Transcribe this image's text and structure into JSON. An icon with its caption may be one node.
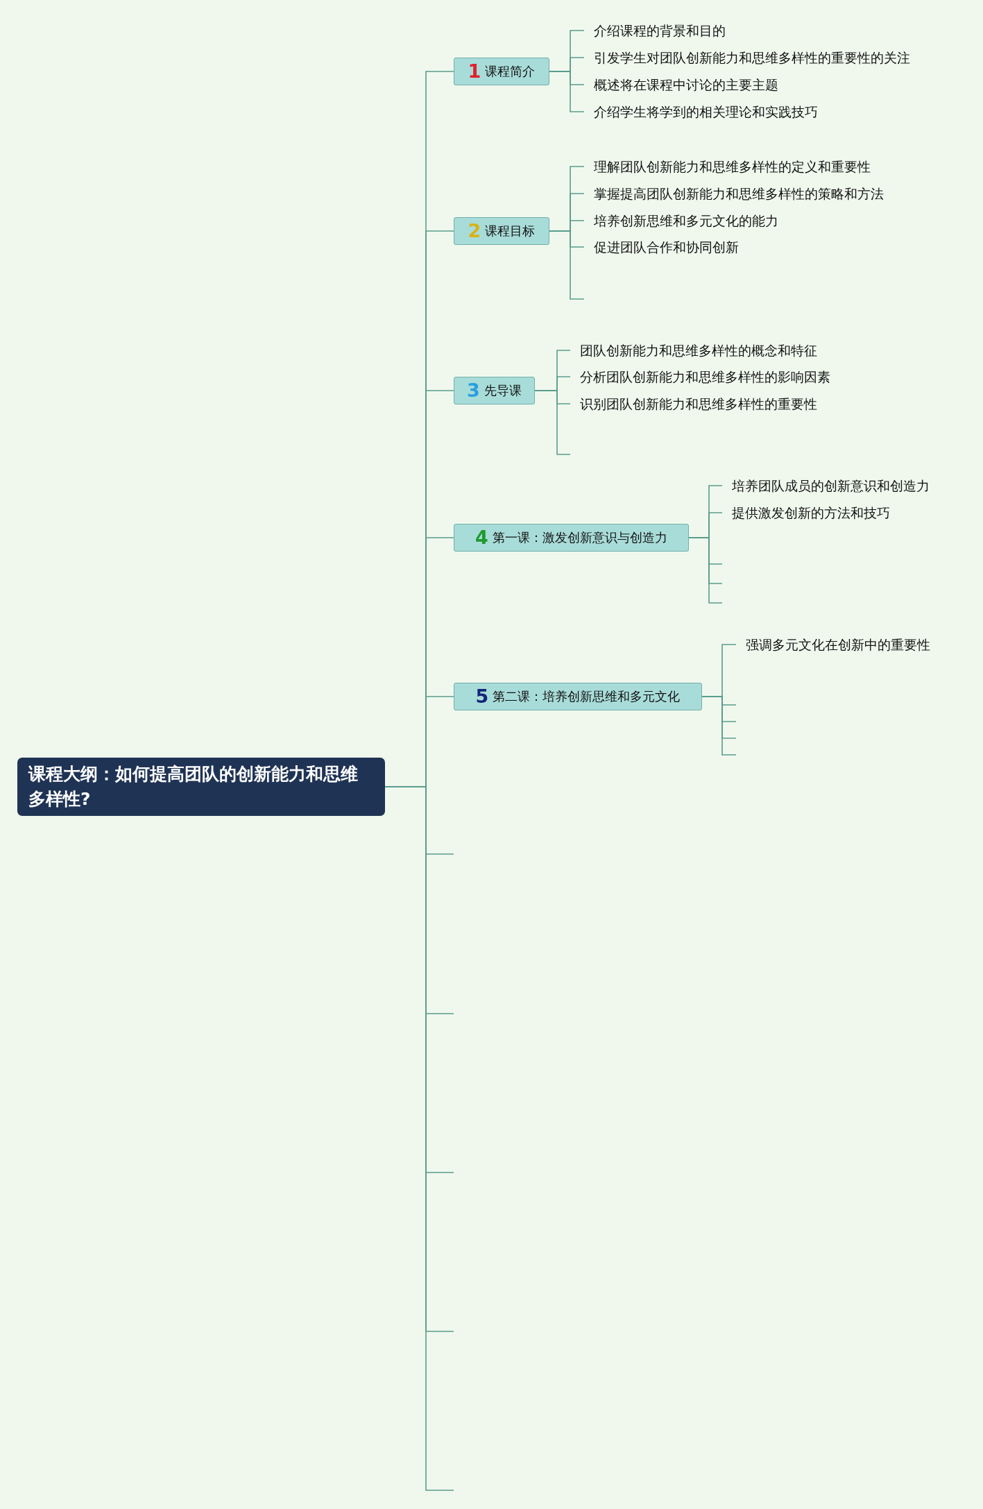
{
  "diagram": {
    "nodes": [
      {
        "text": [
          "课程大纲：如何提高团队的创新能力和思维多样性?"
        ]
      },
      {
        "text": [
          "1",
          "课程简介"
        ]
      },
      {
        "text": [
          "介绍课程的背景和目的"
        ]
      },
      {
        "text": [
          "引发学生对团队创新能力和思维多样性的重要性的关注"
        ]
      },
      {
        "text": [
          "概述将在课程中讨论的主要主题"
        ]
      },
      {
        "text": [
          "介绍学生将学到的相关理论和实践技巧"
        ]
      },
      {
        "text": [
          "2",
          "课程目标"
        ]
      },
      {
        "text": [
          "理解团队创新能力和思维多样性的定义和重要性"
        ]
      },
      {
        "text": [
          "掌握提高团队创新能力和思维多样性的策略和方法"
        ]
      },
      {
        "text": [
          "培养创新思维和多元文化的能力"
        ]
      },
      {
        "text": [
          "促进团队合作和协同创新"
        ]
      },
      {
        "text": [
          "3",
          "先导课"
        ]
      },
      {
        "text": [
          "团队创新能力和思维多样性的概念和特征"
        ]
      },
      {
        "text": [
          "分析团队创新能力和思维多样性的影响因素"
        ]
      },
      {
        "text": [
          "识别团队创新能力和思维多样性的重要性"
        ]
      },
      {
        "text": [
          "4",
          "第一课：激发创新意识与创造力"
        ]
      },
      {
        "text": [
          "培养团队成员的创新意识和创造力"
        ]
      },
      {
        "text": [
          "提供激发创新的方法和技巧"
        ]
      },
      {
        "text": [
          "5",
          "第二课：培养创新思维和多元文化"
        ]
      },
      {
        "text": [
          "强调多元文化在创新中的重要性"
        ]
      }
    ],
    "edges": [
      {
        "from": 0,
        "to": 1,
        "arrow": "none"
      },
      {
        "from": 0,
        "to": 6,
        "arrow": "none"
      },
      {
        "from": 0,
        "to": 11,
        "arrow": "none"
      },
      {
        "from": 0,
        "to": 15,
        "arrow": "none"
      },
      {
        "from": 0,
        "to": 18,
        "arrow": "none"
      },
      {
        "from": 0,
        "to": null,
        "arrow": "none"
      },
      {
        "from": 0,
        "to": null,
        "arrow": "none"
      },
      {
        "from": 0,
        "to": null,
        "arrow": "none"
      },
      {
        "from": 0,
        "to": null,
        "arrow": "none"
      },
      {
        "from": 0,
        "to": null,
        "arrow": "none"
      },
      {
        "from": 1,
        "to": 2,
        "arrow": "none"
      },
      {
        "from": 1,
        "to": 3,
        "arrow": "none"
      },
      {
        "from": 1,
        "to": 4,
        "arrow": "none"
      },
      {
        "from": 1,
        "to": 5,
        "arrow": "none"
      },
      {
        "from": 6,
        "to": 7,
        "arrow": "none"
      },
      {
        "from": 6,
        "to": 8,
        "arrow": "none"
      },
      {
        "from": 6,
        "to": 9,
        "arrow": "none"
      },
      {
        "from": 6,
        "to": 10,
        "arrow": "none"
      },
      {
        "from": 6,
        "to": null,
        "arrow": "none"
      },
      {
        "from": 11,
        "to": 12,
        "arrow": "none"
      },
      {
        "from": 11,
        "to": 13,
        "arrow": "none"
      },
      {
        "from": 11,
        "to": 14,
        "arrow": "none"
      },
      {
        "from": 11,
        "to": null,
        "arrow": "none"
      },
      {
        "from": 15,
        "to": 16,
        "arrow": "none"
      },
      {
        "from": 15,
        "to": 17,
        "arrow": "none"
      },
      {
        "from": 15,
        "to": null,
        "arrow": "none"
      },
      {
        "from": 15,
        "to": null,
        "arrow": "none"
      },
      {
        "from": 15,
        "to": null,
        "arrow": "none"
      },
      {
        "from": 18,
        "to": 19,
        "arrow": "none"
      },
      {
        "from": 18,
        "to": null,
        "arrow": "none"
      },
      {
        "from": 18,
        "to": null,
        "arrow": "none"
      },
      {
        "from": 18,
        "to": null,
        "arrow": "none"
      },
      {
        "from": 18,
        "to": null,
        "arrow": "none"
      }
    ]
  }
}
